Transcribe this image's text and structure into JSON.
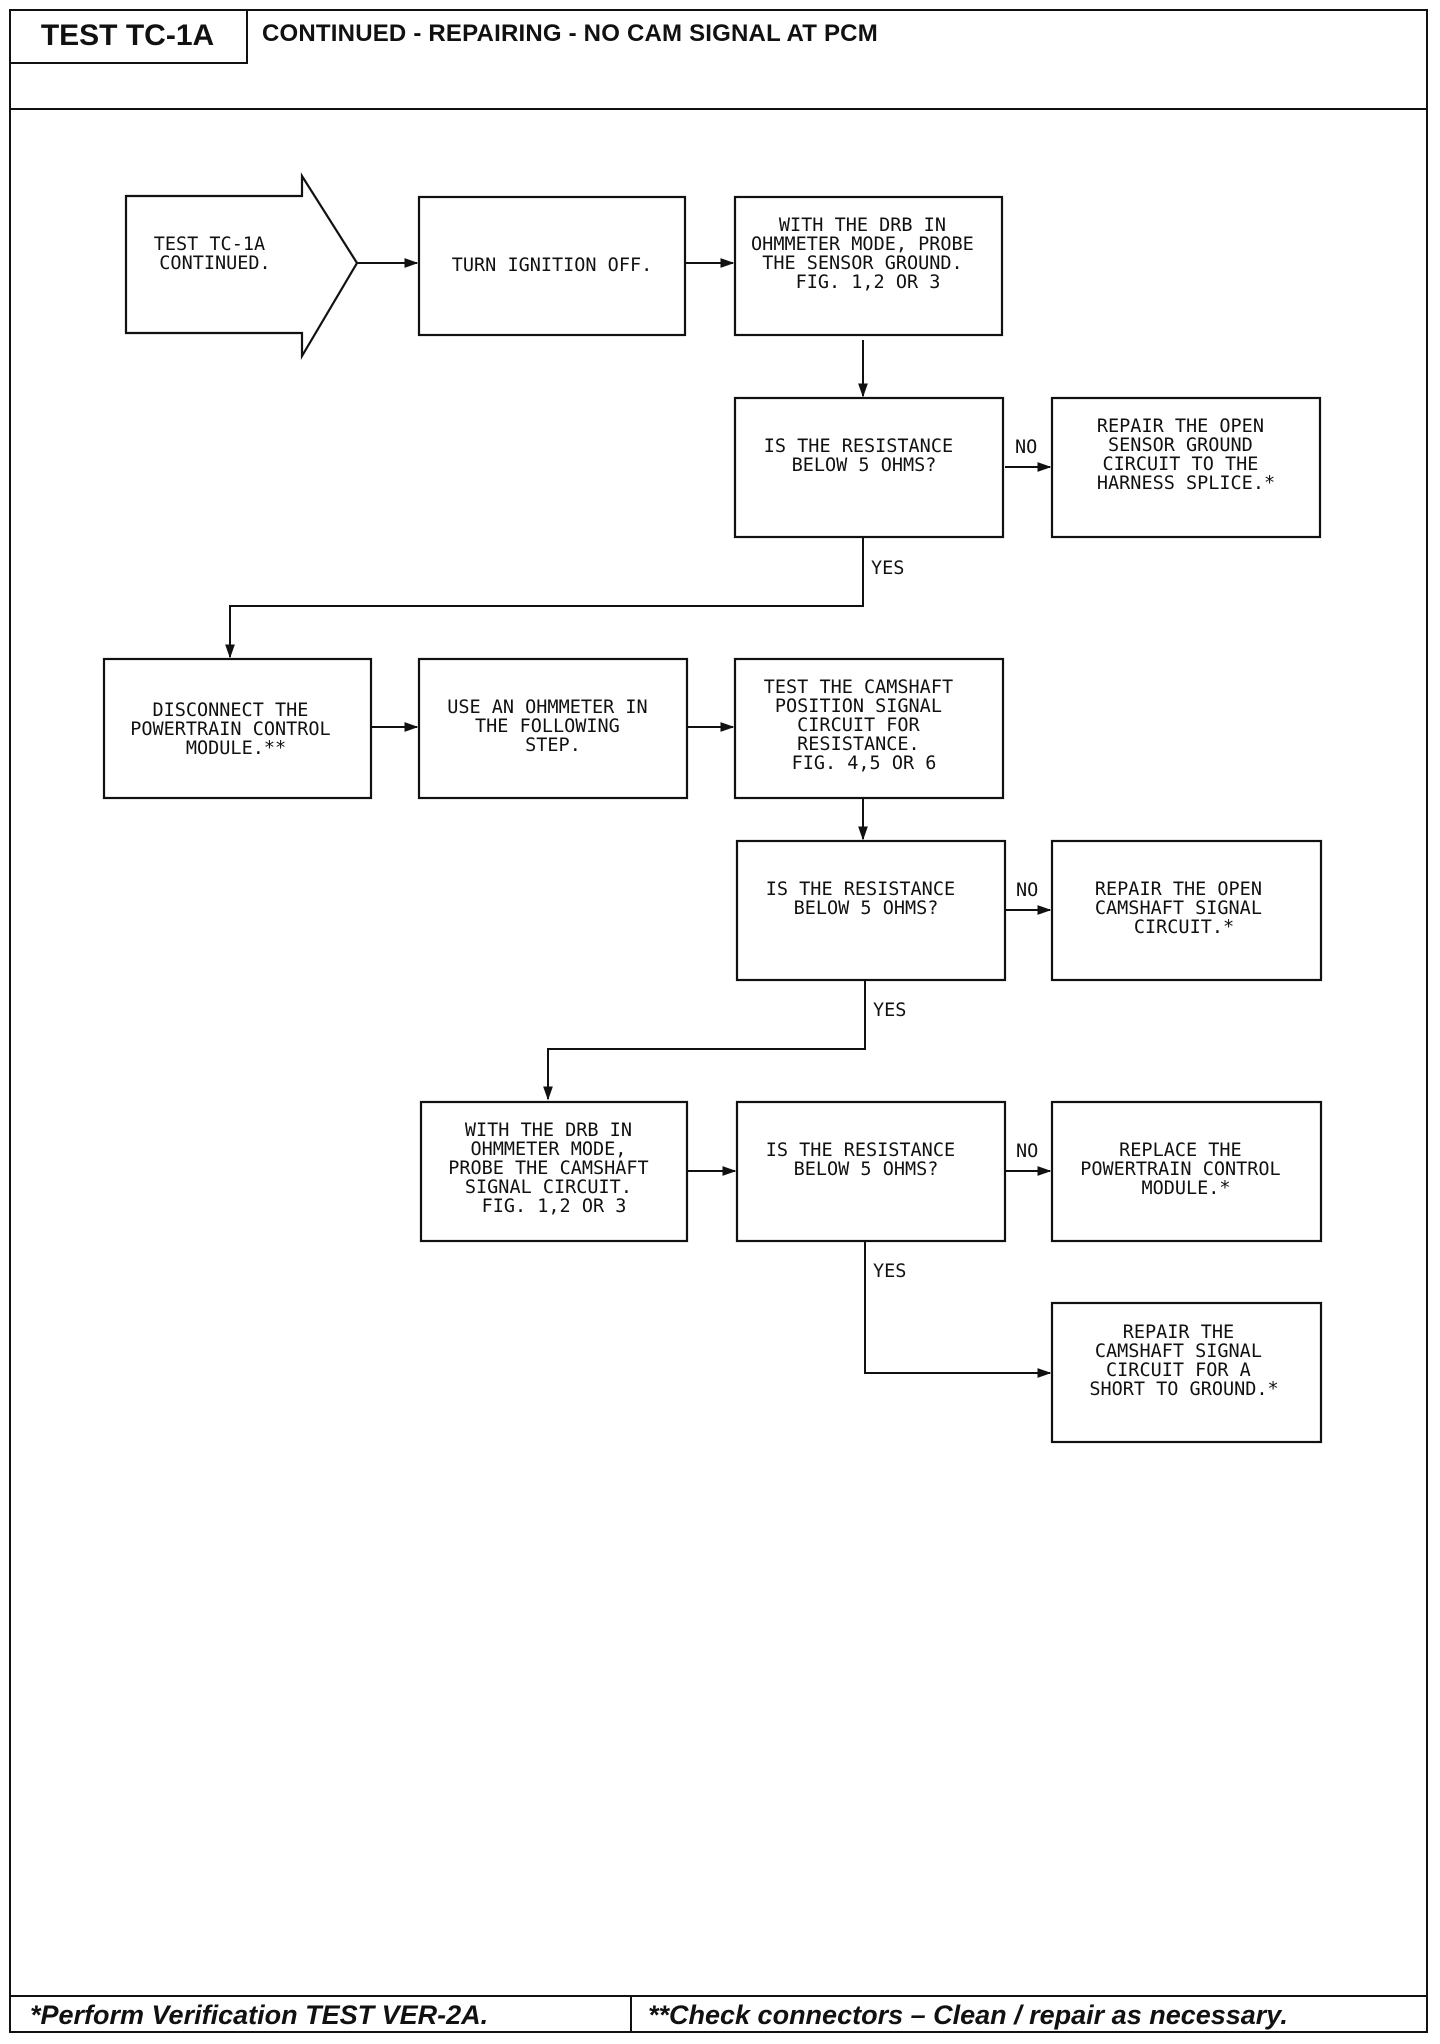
{
  "header": {
    "title": "TEST TC-1A",
    "subtitle": "CONTINUED - REPAIRING - NO CAM SIGNAL AT PCM"
  },
  "footer": {
    "left": "*Perform Verification TEST VER-2A.",
    "right": "**Check connectors – Clean / repair as necessary."
  },
  "flowchart": {
    "nodes": {
      "start": [
        "TEST TC-1A",
        "CONTINUED."
      ],
      "turn_ignition_off": [
        "TURN IGNITION OFF."
      ],
      "probe_sensor_ground": [
        "WITH THE DRB IN",
        "OHMMETER MODE, PROBE",
        "THE SENSOR GROUND.",
        "",
        "FIG. 1,2 OR 3"
      ],
      "q1": [
        "IS THE RESISTANCE",
        "BELOW 5 OHMS?"
      ],
      "repair_sensor_ground": [
        "REPAIR THE OPEN",
        "SENSOR GROUND",
        "CIRCUIT TO THE",
        "HARNESS SPLICE.*"
      ],
      "disconnect_pcm": [
        "DISCONNECT THE",
        "POWERTRAIN CONTROL",
        "MODULE.**"
      ],
      "use_ohmmeter": [
        "USE AN OHMMETER IN",
        "THE FOLLOWING",
        "STEP."
      ],
      "test_cmp_circuit": [
        "TEST THE CAMSHAFT",
        "POSITION SIGNAL",
        "CIRCUIT FOR",
        "RESISTANCE.",
        "FIG. 4,5 OR 6"
      ],
      "q2": [
        "IS THE RESISTANCE",
        "BELOW 5 OHMS?"
      ],
      "repair_cam_signal": [
        "REPAIR THE OPEN",
        "CAMSHAFT SIGNAL",
        "CIRCUIT.*"
      ],
      "probe_cam_signal": [
        "WITH THE DRB IN",
        "OHMMETER MODE,",
        "PROBE THE CAMSHAFT",
        "SIGNAL CIRCUIT.",
        "FIG. 1,2 OR 3"
      ],
      "q3": [
        "IS THE RESISTANCE",
        "BELOW 5 OHMS?"
      ],
      "replace_pcm": [
        "REPLACE THE",
        "POWERTRAIN CONTROL",
        "MODULE.*"
      ],
      "repair_short": [
        "REPAIR THE",
        "CAMSHAFT SIGNAL",
        "CIRCUIT FOR A",
        "SHORT TO GROUND.*"
      ]
    },
    "edge_labels": {
      "q1_no": "NO",
      "q1_yes": "YES",
      "q2_no": "NO",
      "q2_yes": "YES",
      "q3_no": "NO",
      "q3_yes": "YES"
    }
  }
}
